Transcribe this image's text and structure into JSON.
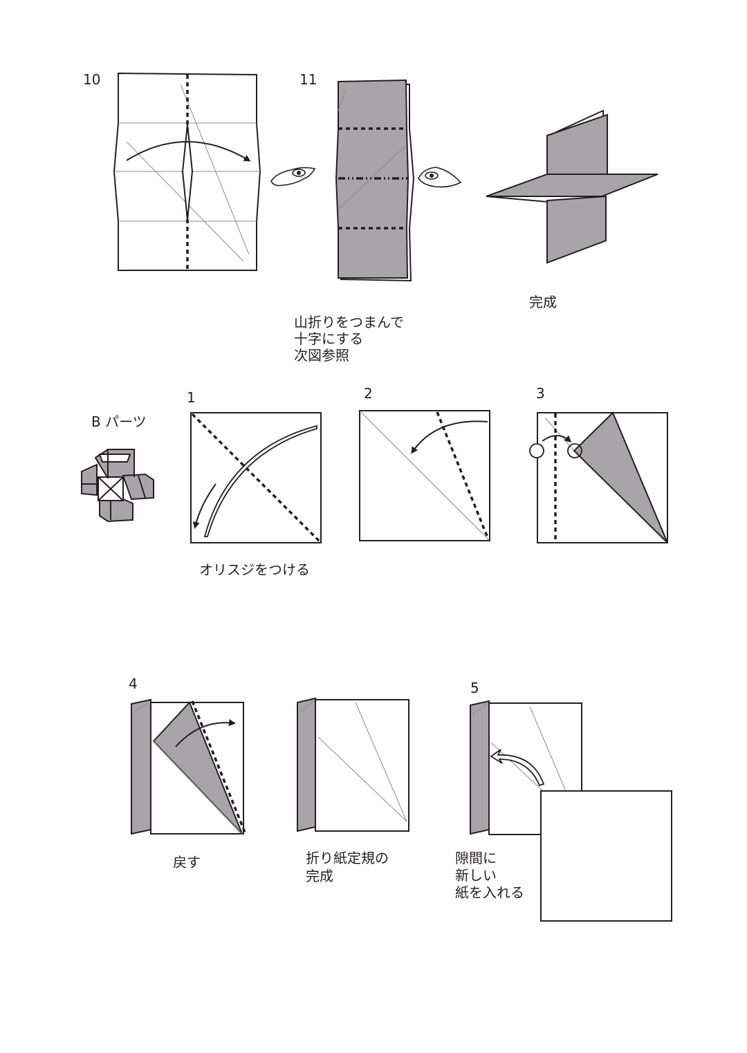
{
  "steps": {
    "s10": {
      "number": "10"
    },
    "s11": {
      "number": "11",
      "caption": [
        "山折りをつまんで",
        "十字にする",
        "次図参照"
      ]
    },
    "done": {
      "caption": "完成"
    }
  },
  "b_parts": {
    "title": "B パーツ",
    "s1": {
      "number": "1",
      "caption": "オリスジをつける"
    },
    "s2": {
      "number": "2"
    },
    "s3": {
      "number": "3"
    },
    "s4": {
      "number": "4",
      "caption": "戻す"
    },
    "ruler": {
      "caption": [
        "折り紙定規の",
        "完成"
      ]
    },
    "s5": {
      "number": "5",
      "caption": [
        "隙間に",
        "新しい",
        "紙を入れる"
      ]
    }
  },
  "colors": {
    "paper_back": "#a7a5a9",
    "ink": "#231f20",
    "crease": "#8a8a8a"
  }
}
